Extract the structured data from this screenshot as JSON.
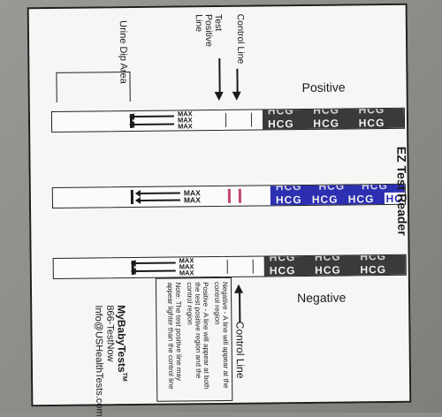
{
  "labels": {
    "urine_dip_area": "Urine Dip Area",
    "test_positive_line": "Test Positive Line",
    "control_line_top": "Control Line",
    "control_line_bottom": "Control Line",
    "positive": "Positive",
    "negative": "Negative",
    "ez_test_reader": "EZ Test Reader"
  },
  "strip": {
    "max": "MAX",
    "hcg": "HCG",
    "hcg_partial": "HC"
  },
  "note": {
    "negative": "Negative - A line will appear at the control region",
    "positive": "Positive - A line will appear at both the test positive region and the control region",
    "footnote": "Note: The test positive line may appear lighter than the control line"
  },
  "brand": {
    "name": "MyBabyTests",
    "tm": "TM",
    "phone": "866-TestNow",
    "email": "Info@USHealthTests.com"
  },
  "colors": {
    "card": "#f6f6f4",
    "strip_handle": "#3a3a3a",
    "strip_handle_highlight": "#2b2fb0",
    "test_line": "#c2456e"
  }
}
